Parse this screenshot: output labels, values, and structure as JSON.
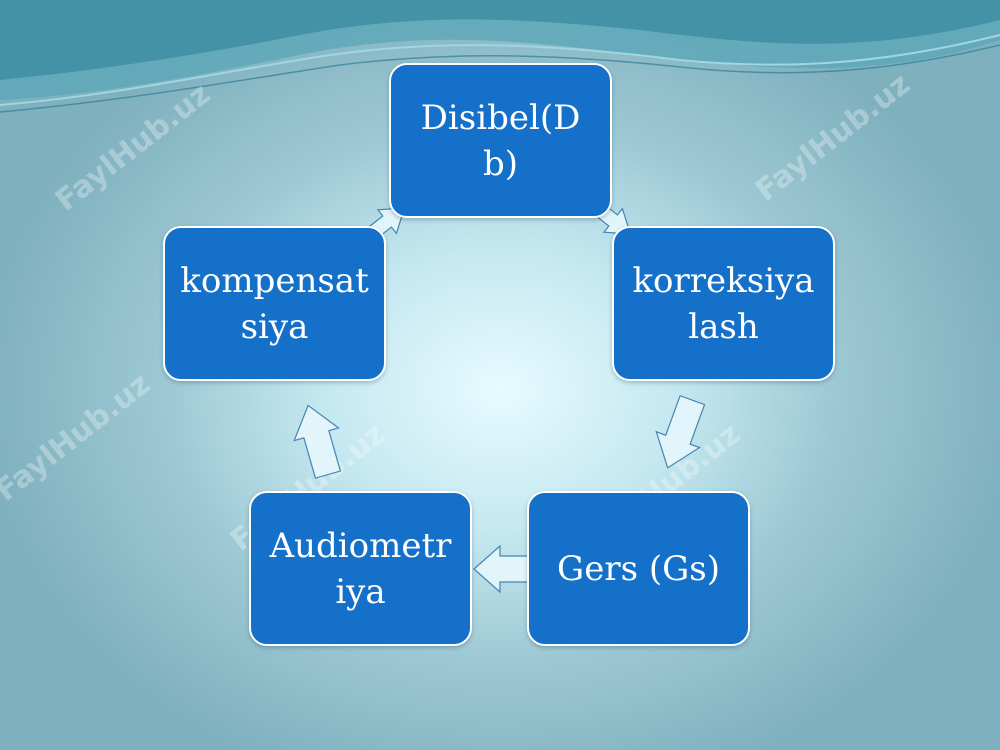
{
  "watermark_text": "FaylHub.uz",
  "nodes": [
    {
      "id": "n0",
      "label": "Disibel(Db)"
    },
    {
      "id": "n1",
      "label": "korreksiyalash"
    },
    {
      "id": "n2",
      "label": "Gers (Gs)"
    },
    {
      "id": "n3",
      "label": "Audiometriya"
    },
    {
      "id": "n4",
      "label": "kompensatsiya"
    }
  ],
  "colors": {
    "node_fill": "#1470c9",
    "node_border": "#ffffff",
    "arrow_fill": "#e3f6fb",
    "arrow_stroke": "#3f7fb0",
    "background": "#c4e7ef"
  }
}
